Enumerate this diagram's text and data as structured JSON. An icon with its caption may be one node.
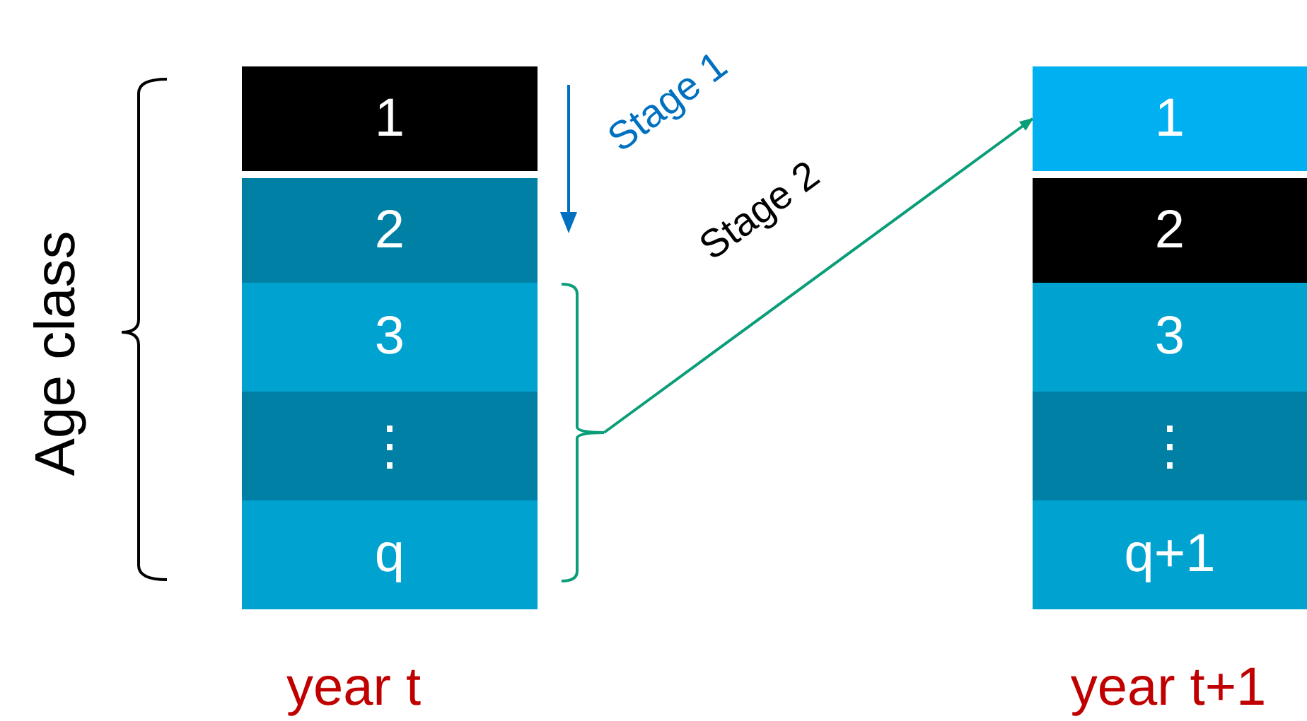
{
  "diagram": {
    "nodes": [
      {
        "text": [
          "1"
        ]
      },
      {
        "text": [
          "2"
        ]
      },
      {
        "text": [
          "3"
        ]
      },
      {
        "text": [
          "⋮"
        ]
      },
      {
        "text": [
          "q"
        ]
      },
      {
        "text": [
          "1"
        ]
      },
      {
        "text": [
          "2"
        ]
      },
      {
        "text": [
          "3"
        ]
      },
      {
        "text": [
          "⋮"
        ]
      },
      {
        "text": [
          "q+1"
        ]
      },
      {
        "text": [],
        "shape": "bracket"
      }
    ],
    "edges": [
      {
        "from": 10,
        "to": 5,
        "arrow": "to",
        "label": "Stage 2",
        "color": "#0a9e78"
      }
    ],
    "labels": [
      "Stage 1",
      "Age class",
      "year t",
      "year t+1"
    ]
  }
}
